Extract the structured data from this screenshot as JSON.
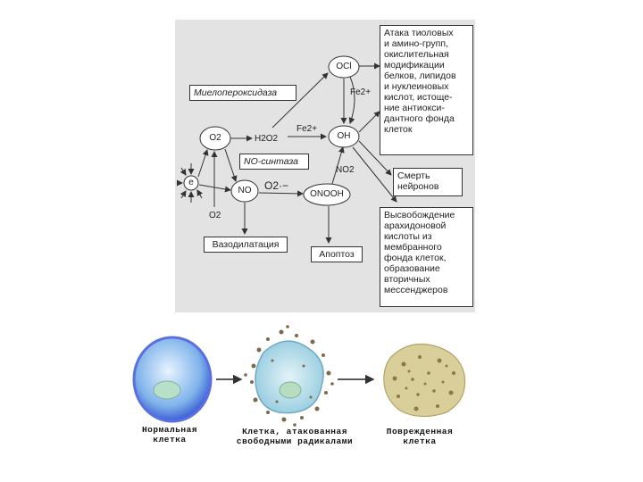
{
  "boxes": {
    "attack": [
      "Атака тиоловых",
      "и амино-групп,",
      "окислительная",
      "модификации",
      "белков, липидов",
      "и нуклеиновых",
      "кислот, истоще-",
      "ние антиокси-",
      "дантного фонда",
      "клеток"
    ],
    "neuron_death": [
      "Смерть",
      "нейронов"
    ],
    "arachidonic": [
      "Высвобождение",
      "арахидоновой",
      "кислоты из",
      "мембранного",
      "фонда клеток,",
      "образование",
      "вторичных",
      "мессенджеров"
    ],
    "myeloperoxidase": "Миелопероксидаза",
    "no_synthase": "NO-синтаза",
    "vasodilation": "Вазодилатация",
    "apoptosis": "Апоптоз"
  },
  "nodes": {
    "ocl": "OCl",
    "oh": "OH",
    "o2_radical": "O2",
    "no": "NO",
    "onooh": "ONOOH",
    "electron": "e"
  },
  "labels": {
    "fe2_top": "Fe2+",
    "fe2_mid": "Fe2+",
    "h2o2": "H2O2",
    "no2": "NO2",
    "o2_superoxide_overlay": "O2·−",
    "o2_bottom": "O2"
  },
  "cells": [
    {
      "caption_1": "Нормальная",
      "caption_2": "клетка"
    },
    {
      "caption_1": "Клетка, атакованная",
      "caption_2": "свободными радикалами"
    },
    {
      "caption_1": "Поврежденная",
      "caption_2": "клетка"
    }
  ],
  "colors": {
    "panel_bg": "#e3e3e3",
    "normal_cell": "#7fb3ea",
    "attacked_cell": "#bfe3ee",
    "damaged_cell": "#d9cf9a"
  }
}
